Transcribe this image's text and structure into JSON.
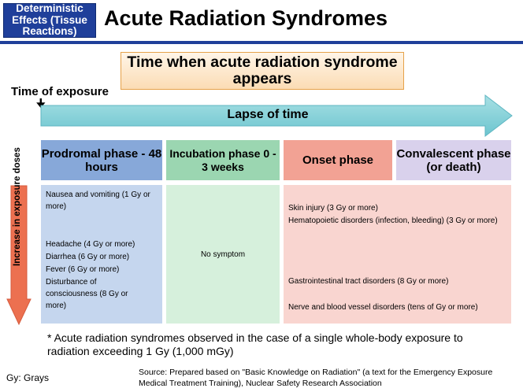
{
  "header": {
    "category_tag": "Deterministic Effects (Tissue Reactions)",
    "title": "Acute Radiation Syndromes"
  },
  "subtitle": "Time when acute radiation syndrome appears",
  "timeline": {
    "exposure_label": "Time of exposure",
    "arrow_label": "Lapse of time"
  },
  "dose_axis_label": "Increase in exposure doses",
  "phases": [
    {
      "label": "Prodromal phase - 48 hours",
      "color": "#87a8d9"
    },
    {
      "label": "Incubation phase 0 - 3 weeks",
      "color": "#9bd6b1"
    },
    {
      "label": "Onset phase",
      "color": "#f2a294"
    },
    {
      "label": "Convalescent phase (or death)",
      "color": "#d9d1ec"
    }
  ],
  "prodromal_symptoms": [
    "Nausea and vomiting (1 Gy or more)",
    "Headache (4 Gy or more)",
    "Diarrhea (6 Gy or more)",
    "Fever (6 Gy or more)",
    "Disturbance of consciousness (8 Gy or more)"
  ],
  "incubation_text": "No symptom",
  "onset_symptoms": [
    "Skin injury (3 Gy or more)",
    "Hematopoietic disorders (infection, bleeding) (3 Gy or more)",
    "Gastrointestinal tract disorders (8 Gy or more)",
    "Nerve and blood vessel disorders (tens of Gy or more)"
  ],
  "note": "* Acute radiation syndromes observed in the case of a single whole-body exposure to radiation exceeding 1 Gy (1,000 mGy)",
  "unit_note": "Gy: Grays",
  "source": "Source: Prepared based on \"Basic Knowledge on Radiation\" (a text for the Emergency Exposure Medical Treatment Training), Nuclear Safety Research Association"
}
